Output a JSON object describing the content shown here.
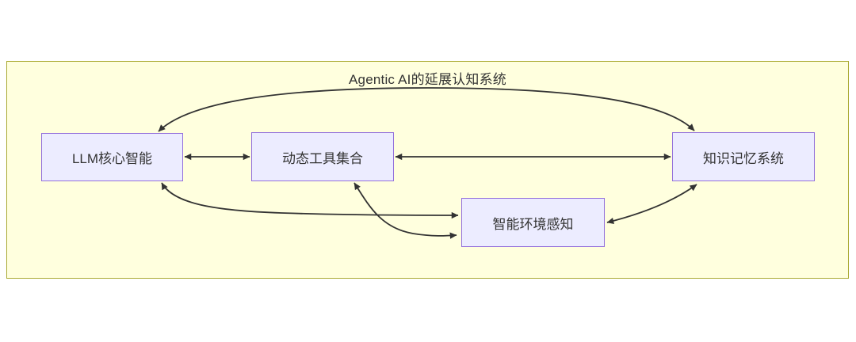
{
  "diagram": {
    "title": "Agentic AI的延展认知系统",
    "nodes": [
      {
        "id": "llm",
        "label": "LLM核心智能"
      },
      {
        "id": "tools",
        "label": "动态工具集合"
      },
      {
        "id": "memory",
        "label": "知识记忆系统"
      },
      {
        "id": "env",
        "label": "智能环境感知"
      }
    ],
    "edges": [
      {
        "from": "llm",
        "to": "memory",
        "bidirectional": true,
        "shape": "arc-over-top"
      },
      {
        "from": "llm",
        "to": "tools",
        "bidirectional": true,
        "shape": "straight-horizontal"
      },
      {
        "from": "tools",
        "to": "memory",
        "bidirectional": true,
        "shape": "straight-horizontal"
      },
      {
        "from": "llm",
        "to": "env",
        "bidirectional": true,
        "shape": "curve"
      },
      {
        "from": "tools",
        "to": "env",
        "bidirectional": true,
        "shape": "curve"
      },
      {
        "from": "env",
        "to": "memory",
        "bidirectional": true,
        "shape": "curve"
      }
    ],
    "colors": {
      "cluster_fill": "#ffffde",
      "cluster_border": "#aaaa33",
      "node_fill": "#ececff",
      "node_border": "#9370db",
      "edge": "#333333",
      "text": "#333333"
    }
  }
}
